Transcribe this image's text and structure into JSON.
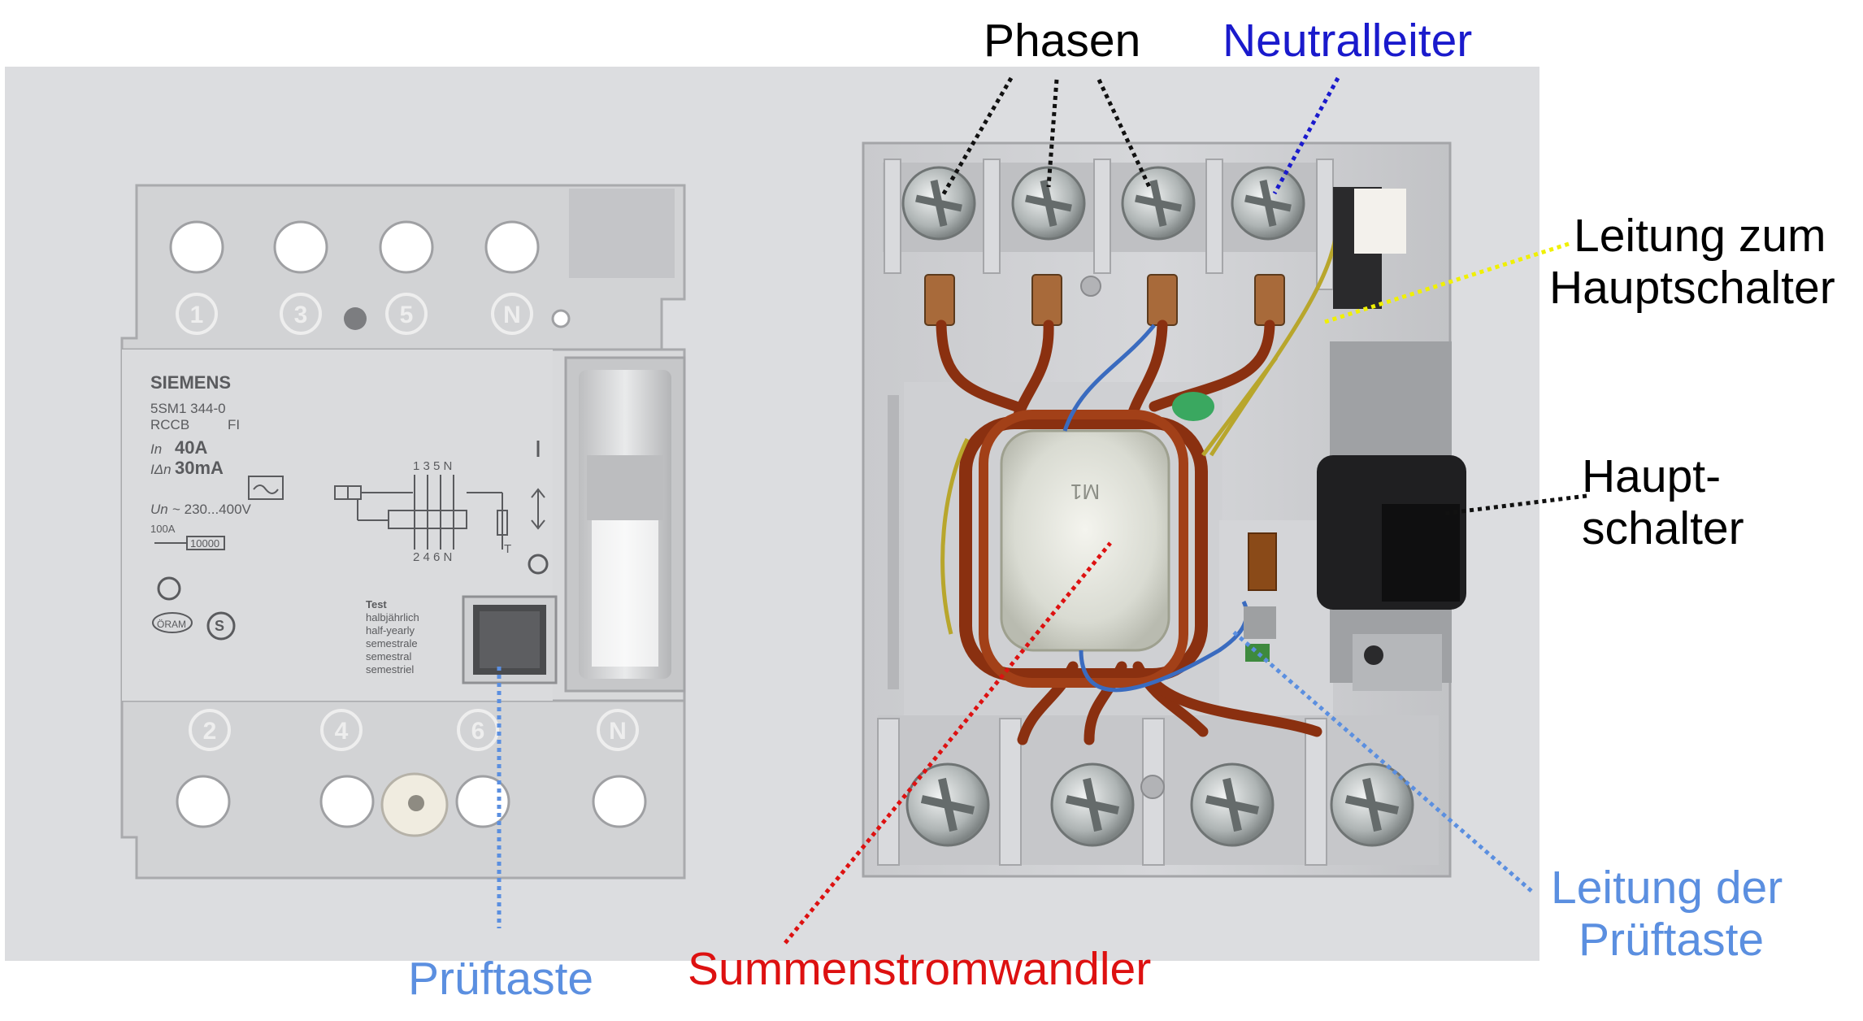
{
  "labels": {
    "phasen": "Phasen",
    "neutralleiter": "Neutralleiter",
    "leitung_hauptschalter_line1": "Leitung zum",
    "leitung_hauptschalter_line2": "Hauptschalter",
    "hauptschalter_line1": "Haupt-",
    "hauptschalter_line2": "schalter",
    "leitung_prueftaste_line1": "Leitung der",
    "leitung_prueftaste_line2": "Prüftaste",
    "prueftaste": "Prüftaste",
    "summenstromwandler": "Summenstromwandler"
  },
  "device_print": {
    "brand": "SIEMENS",
    "model": "5SM1 344-0",
    "type_left": "RCCB",
    "type_right": "FI",
    "in_symbol": "In",
    "in_value": "40A",
    "idn_symbol": "IΔn",
    "idn_value": "30mA",
    "un_symbol": "Un",
    "un_value": "~ 230...400V",
    "short_circuit_top": "100A",
    "short_circuit_box": "10000",
    "diagram_top": "1 3 5 N",
    "diagram_bottom": "2 4 6 N",
    "diagram_T": "T",
    "oram": "ÖRAM",
    "s_mark": "S",
    "test_lines": [
      "Test",
      "halbjährlich",
      "half-yearly",
      "semestrale",
      "semestral",
      "semestriel"
    ],
    "terminals_top": [
      "1",
      "3",
      "5",
      "N"
    ],
    "terminals_bottom": [
      "2",
      "4",
      "6",
      "N"
    ],
    "core_mark": "M1"
  },
  "colors": {
    "phasen": "#000000",
    "neutralleiter": "#1a1acc",
    "leitung_hauptschalter_line": "#f0f000",
    "prueftaste": "#5b8fe0",
    "summenstromwandler": "#dd1111",
    "copper": "#8a3010"
  }
}
